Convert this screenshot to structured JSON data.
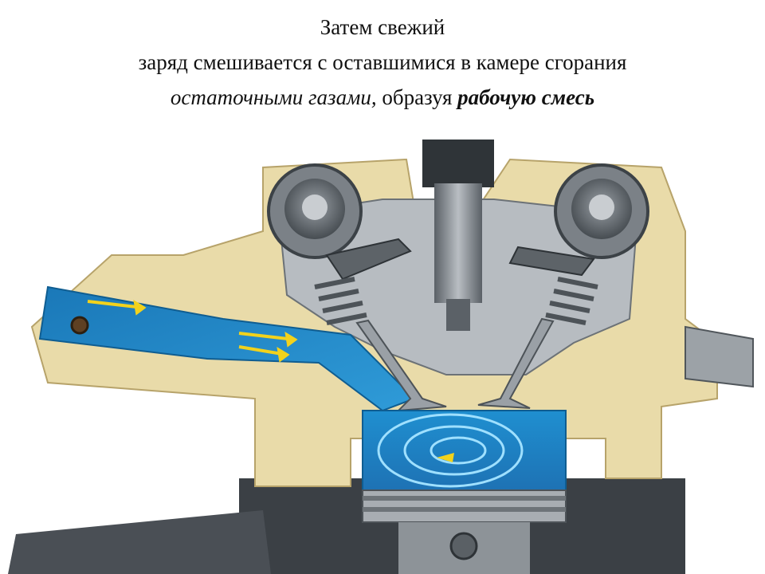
{
  "slide": {
    "line1": "Затем свежий",
    "line2": "заряд смешивается с оставшимися в камере сгорания",
    "line3_italic": "остаточными газами,",
    "line3_plain": " образуя ",
    "line3_bold_italic": "рабочую смесь"
  },
  "figure": {
    "subject": "engine-cylinder-head-cutaway",
    "colors": {
      "casting": "#e8d9a6",
      "metal": "#8e949a",
      "dark_metal": "#4d5358",
      "intake_flow": "#1e86c8",
      "swirl": "#7fd0f2",
      "arrow": "#f2d21c"
    }
  }
}
